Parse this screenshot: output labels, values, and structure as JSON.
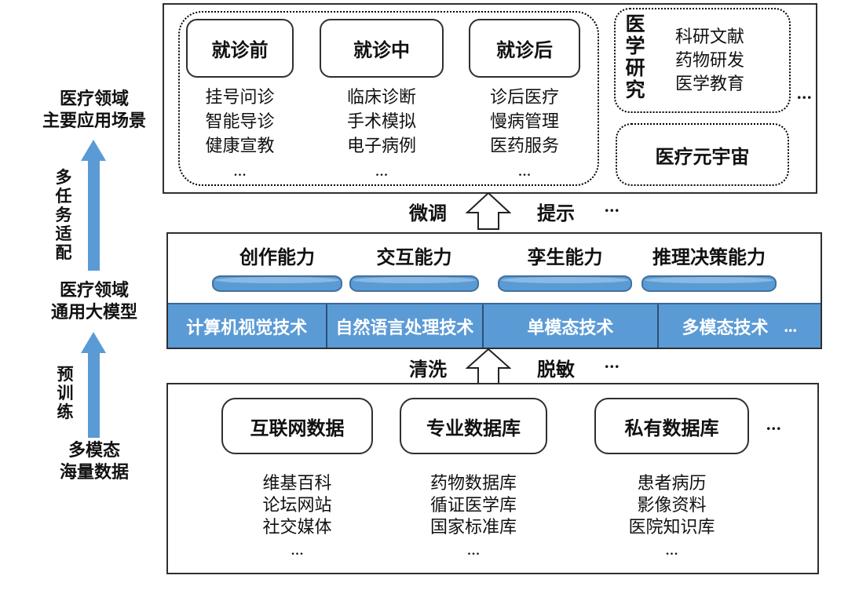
{
  "left_rail": {
    "scenarios_line1": "医疗领域",
    "scenarios_line2": "主要应用场景",
    "multitask_label": "多任务适配",
    "model_line1": "医疗领域",
    "model_line2": "通用大模型",
    "pretrain_label": "预训练",
    "data_line1": "多模态",
    "data_line2": "海量数据"
  },
  "application_box": {
    "groups": [
      {
        "header": "就诊前",
        "items": [
          "挂号问诊",
          "智能导诊",
          "健康宣教",
          "..."
        ]
      },
      {
        "header": "就诊中",
        "items": [
          "临床诊断",
          "手术模拟",
          "电子病例",
          "..."
        ]
      },
      {
        "header": "就诊后",
        "items": [
          "诊后医疗",
          "慢病管理",
          "医药服务",
          "..."
        ]
      }
    ],
    "research": {
      "vertical_label": "医学研究",
      "items": [
        "科研文献",
        "药物研发",
        "医学教育"
      ],
      "more": "..."
    },
    "metaverse_label": "医疗元宇宙"
  },
  "finetune_row": {
    "left_label": "微调",
    "right_label": "提示",
    "more": "..."
  },
  "model_box": {
    "capabilities": [
      "创作能力",
      "交互能力",
      "孪生能力",
      "推理决策能力"
    ],
    "technologies": [
      "计算机视觉技术",
      "自然语言处理技术",
      "单模态技术",
      "多模态技术"
    ],
    "tech_more": "..."
  },
  "clean_row": {
    "left_label": "清洗",
    "right_label": "脱敏",
    "more": "..."
  },
  "data_box": {
    "groups": [
      {
        "header": "互联网数据",
        "items": [
          "维基百科",
          "论坛网站",
          "社交媒体",
          "..."
        ]
      },
      {
        "header": "专业数据库",
        "items": [
          "药物数据库",
          "循证医学库",
          "国家标准库",
          "..."
        ]
      },
      {
        "header": "私有数据库",
        "items": [
          "患者病历",
          "影像资料",
          "医院知识库",
          "..."
        ]
      }
    ],
    "more": "..."
  },
  "colors": {
    "accent_blue": "#5B9BD5",
    "cylinder_border": "#41719C",
    "box_border": "#2F2F2F",
    "bar_text": "#FFFFFF"
  }
}
